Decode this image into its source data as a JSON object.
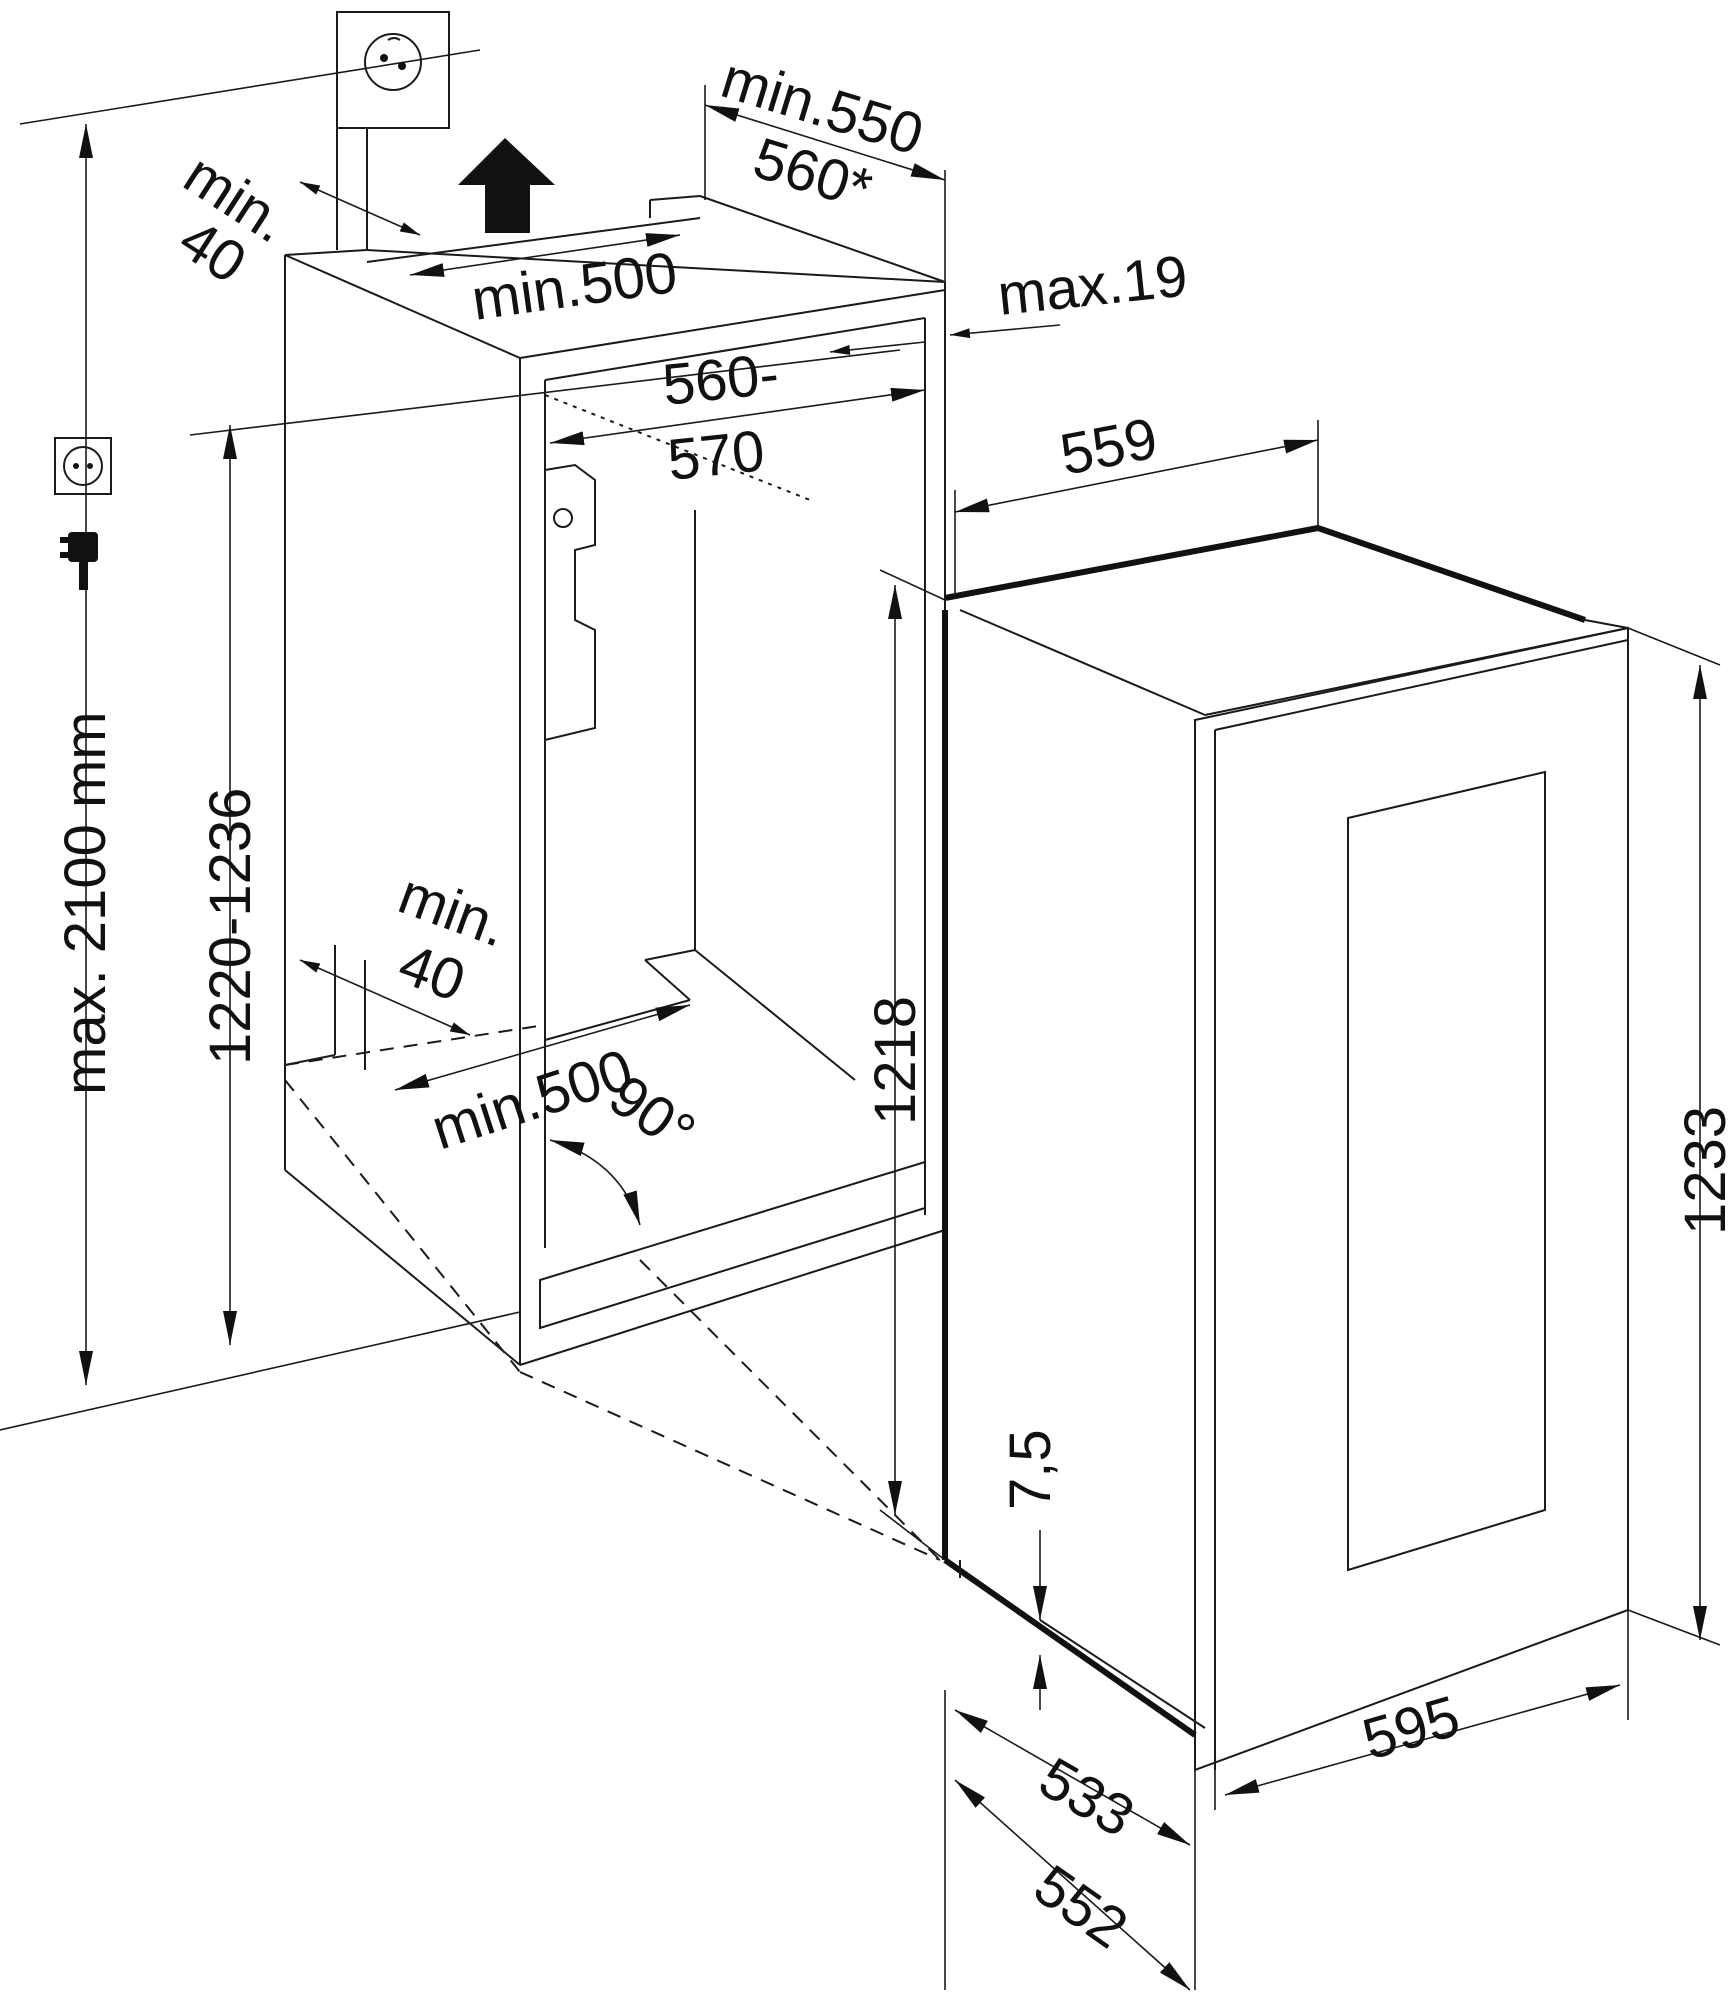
{
  "labels": {
    "top_min": "min.",
    "top_40": "40",
    "top_min500": "min.500",
    "depth_min550": "min.550",
    "depth_560star": "560*",
    "max19": "max.19",
    "width_560": "560-",
    "width_570": "570",
    "w559": "559",
    "total_height": "max. 2100 mm",
    "niche_height": "1220-1236",
    "bottom_min": "min.",
    "bottom_40": "40",
    "bottom_min500": "min.500",
    "angle": "90°",
    "h1218": "1218",
    "h1233": "1233",
    "gap": "7,5",
    "d533": "533",
    "d552": "552",
    "w595": "595"
  },
  "icons": [
    "socket-icon",
    "plug-icon",
    "wall-socket-icon",
    "up-arrow-icon"
  ]
}
